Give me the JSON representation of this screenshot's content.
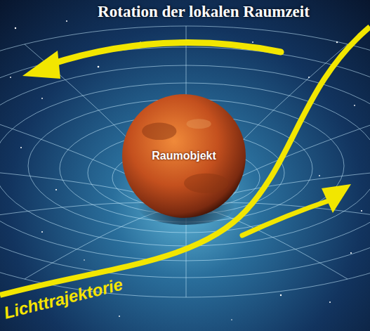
{
  "diagram": {
    "title": "Rotation der lokalen Raumzeit",
    "nodes": [
      {
        "text": [
          "Raumobjekt"
        ]
      }
    ],
    "labels": [
      "Lichttrajektorie"
    ]
  }
}
